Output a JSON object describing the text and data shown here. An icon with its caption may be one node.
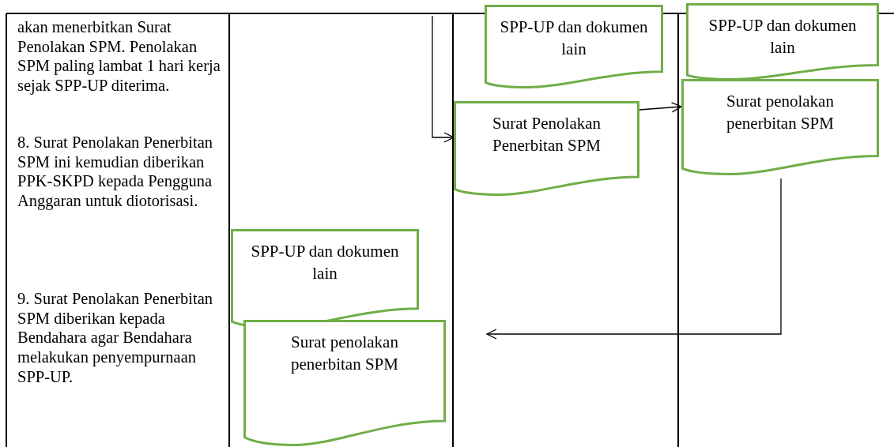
{
  "diagram": {
    "nodes": [
      {
        "text": [
          "SPP-UP dan dokumen lain"
        ]
      },
      {
        "text": [
          "Surat Penolakan Penerbitan SPM"
        ]
      },
      {
        "text": [
          "SPP-UP dan dokumen lain"
        ]
      },
      {
        "text": [
          "Surat penolakan penerbitan SPM"
        ]
      },
      {
        "text": [
          "SPP-UP dan dokumen lain"
        ]
      },
      {
        "text": [
          "Surat penolakan penerbitan SPM"
        ]
      }
    ],
    "edges": [
      {
        "from": null,
        "to": 1,
        "arrow": "to"
      },
      {
        "from": 1,
        "to": 3,
        "arrow": "to"
      },
      {
        "from": 3,
        "to": null,
        "arrow": "to"
      }
    ],
    "labels": [
      "akan menerbitkan Surat Penolakan SPM. Penolakan SPM paling lambat 1 hari kerja sejak SPP-UP diterima.",
      "8. Surat Penolakan Penerbitan SPM ini kemudian diberikan PPK-SKPD kepada Pengguna Anggaran untuk diotorisasi.",
      "9. Surat Penolakan Penerbitan SPM diberikan kepada Bendahara agar Bendahara melakukan penyempurnaan SPP-UP."
    ]
  }
}
